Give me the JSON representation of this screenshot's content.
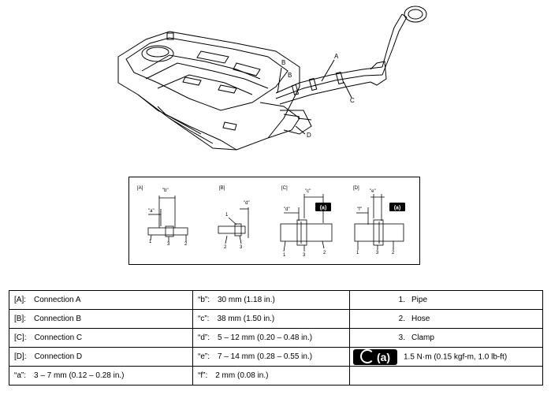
{
  "diagram": {
    "callouts": {
      "a": "A",
      "b": "B",
      "c": "C",
      "d": "D"
    }
  },
  "details": {
    "a": {
      "title": "[A]",
      "dim_a": "\"a\"",
      "dim_b": "\"b\"",
      "part1": "1",
      "part2": "2",
      "part3": "3"
    },
    "b": {
      "title": "[B]",
      "dim_d": "\"d\"",
      "part1": "1",
      "part2": "2",
      "part3": "3"
    },
    "c": {
      "title": "[C]",
      "dim_d": "\"d\"",
      "dim_c": "\"c\"",
      "torque": "(a)",
      "part1": "1",
      "part2": "2",
      "part3": "3"
    },
    "d": {
      "title": "[D]",
      "dim_f": "\"f\"",
      "dim_e": "\"e\"",
      "torque": "(a)",
      "part1": "1",
      "part2": "2",
      "part3": "3"
    }
  },
  "legend": {
    "rows": [
      {
        "key1": "[A]:",
        "val1": "Connection A",
        "key2": "“b”:",
        "val2": "30 mm (1.18 in.)",
        "num": "1.",
        "part": "Pipe"
      },
      {
        "key1": "[B]:",
        "val1": "Connection B",
        "key2": "“c”:",
        "val2": "38 mm (1.50 in.)",
        "num": "2.",
        "part": "Hose"
      },
      {
        "key1": "[C]:",
        "val1": "Connection C",
        "key2": "“d”:",
        "val2": "5 – 12 mm (0.20 – 0.48 in.)",
        "num": "3.",
        "part": "Clamp"
      },
      {
        "key1": "[D]:",
        "val1": "Connection D",
        "key2": "“e”:",
        "val2": "7 – 14 mm (0.28 – 0.55 in.)",
        "torque_badge": "(a)",
        "torque_value": "1.5 N·m (0.15 kgf-m, 1.0 lb-ft)"
      },
      {
        "key1": "“a”:",
        "val1": "3 – 7 mm (0.12 – 0.28 in.)",
        "key2": "“f”:",
        "val2": "2 mm (0.08 in.)"
      }
    ]
  }
}
